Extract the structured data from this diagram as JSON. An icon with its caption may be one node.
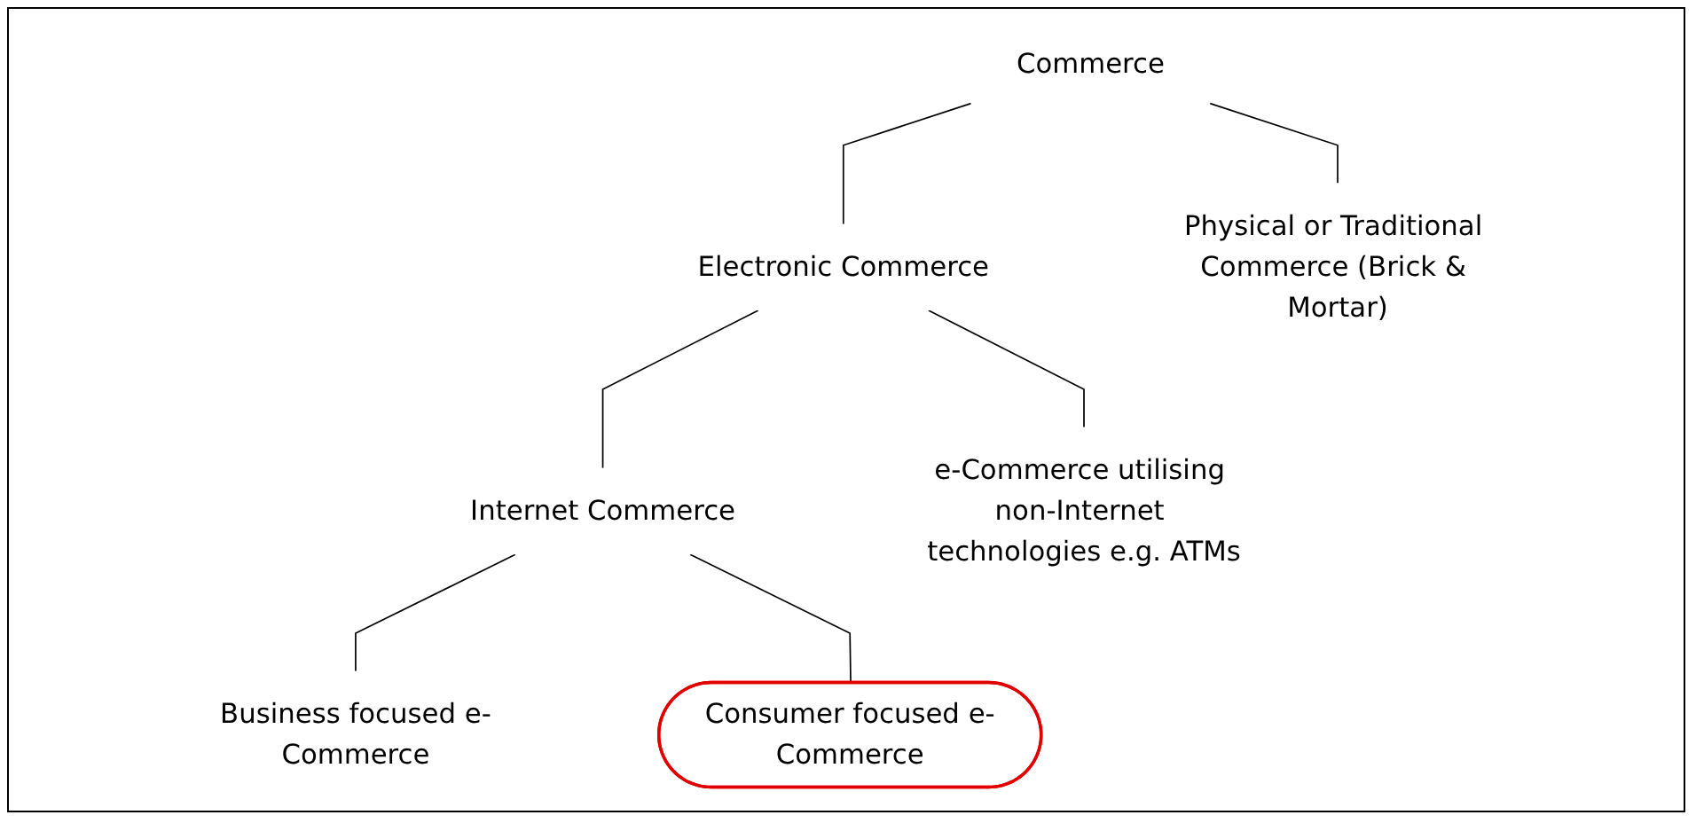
{
  "diagram": {
    "nodes": [
      {
        "text": [
          "Commerce"
        ]
      },
      {
        "text": [
          "Electronic Commerce"
        ]
      },
      {
        "text": [
          "Physical or Traditional Commerce (Brick & Mortar)"
        ]
      },
      {
        "text": [
          "Internet Commerce"
        ]
      },
      {
        "text": [
          "e-Commerce utilising non-Internet technologies e.g. ATMs"
        ]
      },
      {
        "text": [
          "Business focused e-Commerce"
        ]
      },
      {
        "text": [
          "Consumer focused e-Commerce"
        ]
      }
    ],
    "edges": [
      {
        "from": 0,
        "to": 1,
        "arrow": "none"
      },
      {
        "from": 0,
        "to": 2,
        "arrow": "none"
      },
      {
        "from": 1,
        "to": 3,
        "arrow": "none"
      },
      {
        "from": 1,
        "to": 4,
        "arrow": "none"
      },
      {
        "from": 3,
        "to": 5,
        "arrow": "none"
      },
      {
        "from": 3,
        "to": 6,
        "arrow": "none"
      }
    ]
  }
}
